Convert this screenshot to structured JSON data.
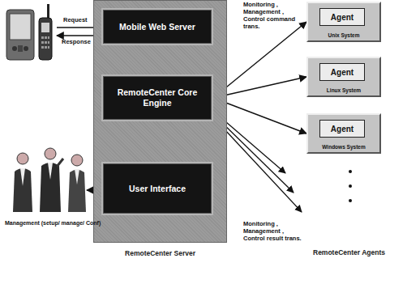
{
  "diagram": {
    "nodes": [
      {
        "text": [
          "RemoteCenter Server"
        ]
      },
      {
        "text": [
          "Mobile Web Server"
        ],
        "in": 0
      },
      {
        "text": [
          "RemoteCenter Core Engine"
        ],
        "in": 0
      },
      {
        "text": [
          "User Interface"
        ],
        "in": 0
      },
      {
        "text": [
          "Unix System"
        ]
      },
      {
        "text": [
          "Agent"
        ],
        "in": 4
      },
      {
        "text": [
          "Linux System"
        ]
      },
      {
        "text": [
          "Agent"
        ],
        "in": 6
      },
      {
        "text": [
          "Windows System"
        ]
      },
      {
        "text": [
          "Agent"
        ],
        "in": 8
      }
    ],
    "edges": [
      {
        "from": 1,
        "to": 2,
        "arrow": "both"
      },
      {
        "from": 3,
        "to": 2,
        "arrow": "to"
      },
      {
        "from": 2,
        "to": 4,
        "arrow": "both"
      },
      {
        "from": 2,
        "to": 6,
        "arrow": "both"
      },
      {
        "from": 2,
        "to": 8,
        "arrow": "both"
      }
    ],
    "labels": [
      "Request",
      "Response",
      "Monitoring , Management , Control command trans.",
      "Management (setup/ manage/ Conf)",
      "Monitoring , Management , Control result trans.",
      "RemoteCenter Agents"
    ]
  }
}
